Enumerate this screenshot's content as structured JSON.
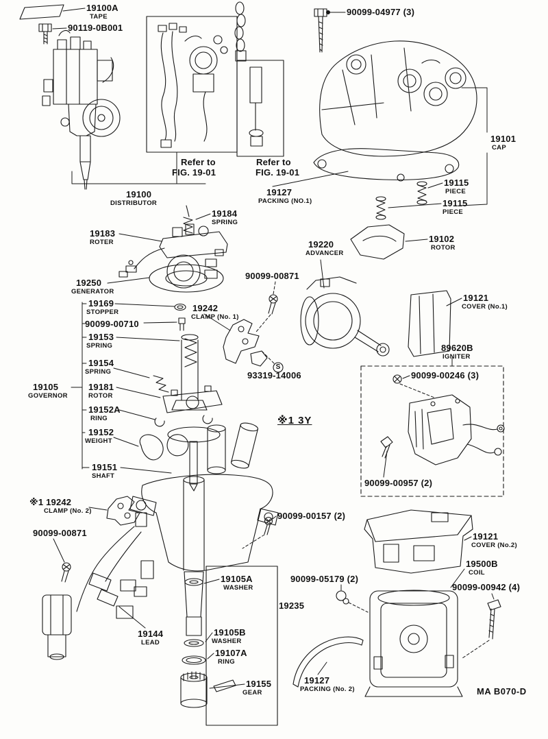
{
  "page": {
    "footer_code": "MA B070-D",
    "note": "※1 3Y",
    "grease_symbol": "S",
    "line_color": "#161616",
    "paper_color": "#fdfdfb"
  },
  "references": {
    "first": {
      "line1": "Refer to",
      "line2": "FIG. 19-01"
    },
    "second": {
      "line1": "Refer to",
      "line2": "FIG. 19-01"
    }
  },
  "labels": {
    "tape": {
      "num": "19100A",
      "name": "TAPE"
    },
    "bolt_90119": {
      "num": "90119-0B001"
    },
    "screw_04977": {
      "num": "90099-04977 (3)"
    },
    "cap": {
      "num": "19101",
      "name": "CAP"
    },
    "distributor": {
      "num": "19100",
      "name": "DISTRIBUTOR"
    },
    "packing1": {
      "num": "19127",
      "name": "PACKING (NO.1)"
    },
    "piece1": {
      "num": "19115",
      "name": "PIECE"
    },
    "piece2": {
      "num": "19115",
      "name": "PIECE"
    },
    "spring_19184": {
      "num": "19184",
      "name": "SPRING"
    },
    "roter": {
      "num": "19183",
      "name": "ROTER"
    },
    "advancer": {
      "num": "19220",
      "name": "ADVANCER"
    },
    "rotor_19102": {
      "num": "19102",
      "name": "ROTOR"
    },
    "generator": {
      "num": "19250",
      "name": "GENERATOR"
    },
    "screw_00871_top": {
      "num": "90099-00871"
    },
    "stopper": {
      "num": "19169",
      "name": "STOPPER"
    },
    "clamp1": {
      "num": "19242",
      "name": "CLAMP (No. 1)"
    },
    "screw_00710": {
      "num": "90099-00710"
    },
    "spring_19153": {
      "num": "19153",
      "name": "SPRING"
    },
    "spring_19154": {
      "num": "19154",
      "name": "SPRING"
    },
    "governor": {
      "num": "19105",
      "name": "GOVERNOR"
    },
    "rotor_19181": {
      "num": "19181",
      "name": "ROTOR"
    },
    "ring_19152a": {
      "num": "19152A",
      "name": "RING"
    },
    "weight": {
      "num": "19152",
      "name": "WEIGHT"
    },
    "shaft": {
      "num": "19151",
      "name": "SHAFT"
    },
    "cover1": {
      "num": "19121",
      "name": "COVER (No.1)"
    },
    "igniter": {
      "num": "89620B",
      "name": "IGNITER"
    },
    "screw_00246": {
      "num": "90099-00246 (3)"
    },
    "grease": {
      "num": "93319-14006"
    },
    "screw_00957": {
      "num": "90099-00957 (2)"
    },
    "clamp2": {
      "num": "※1 19242",
      "name": "CLAMP (No. 2)"
    },
    "screw_00157": {
      "num": "90099-00157 (2)"
    },
    "cover2": {
      "num": "19121",
      "name": "COVER (No.2)"
    },
    "screw_00871_bot": {
      "num": "90099-00871"
    },
    "coil": {
      "num": "19500B",
      "name": "COIL"
    },
    "screw_05179": {
      "num": "90099-05179 (2)"
    },
    "screw_00942": {
      "num": "90099-00942 (4)"
    },
    "washer_a": {
      "num": "19105A",
      "name": "WASHER"
    },
    "body": {
      "num": "19235"
    },
    "lead": {
      "num": "19144",
      "name": "LEAD"
    },
    "washer_b": {
      "num": "19105B",
      "name": "WASHER"
    },
    "ring_19107a": {
      "num": "19107A",
      "name": "RING"
    },
    "gear": {
      "num": "19155",
      "name": "GEAR"
    },
    "packing2": {
      "num": "19127",
      "name": "PACKING (No. 2)"
    }
  }
}
